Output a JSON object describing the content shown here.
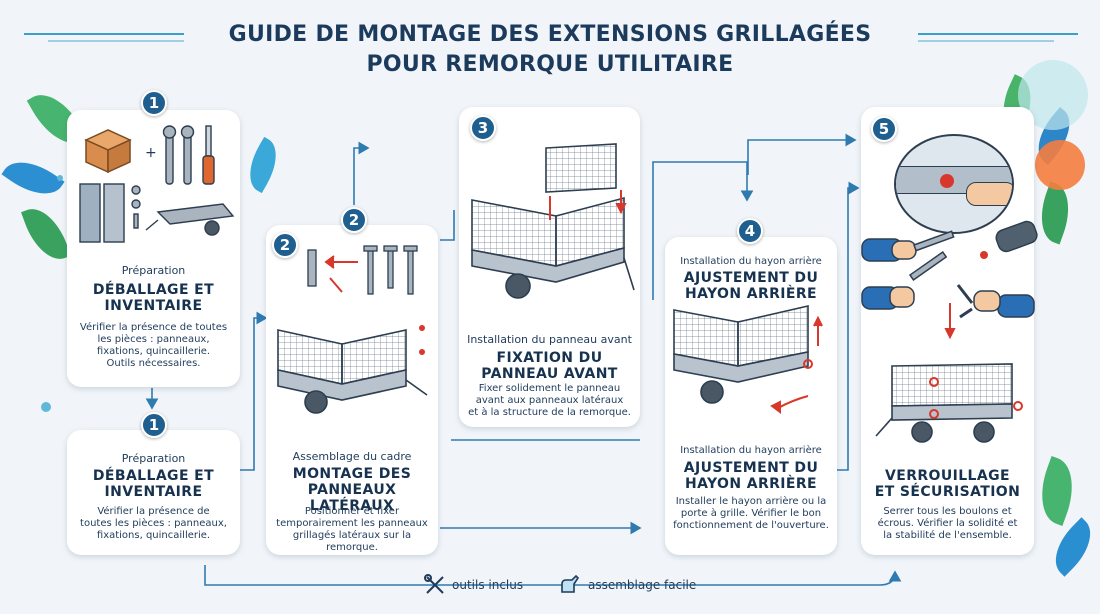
{
  "title": {
    "line1": "GUIDE DE MONTAGE DES EXTENSIONS GRILLAGÉES",
    "line2": "POUR REMORQUE UTILITAIRE"
  },
  "steps": [
    {
      "badge": "1",
      "subtitle": "Préparation",
      "head1": "DÉBALLAGE ET",
      "head2": "INVENTAIRE",
      "desc": [
        "Vérifier la présence de toutes",
        "les pièces : panneaux,",
        "fixations, quincaillerie.",
        "Outils nécessaires."
      ]
    },
    {
      "badge": "1",
      "subtitle": "Préparation",
      "head1": "DÉBALLAGE ET",
      "head2": "INVENTAIRE",
      "desc": [
        "Vérifier la présence de",
        "toutes les pièces : panneaux,",
        "fixations, quincaillerie."
      ]
    },
    {
      "badge": "2",
      "outer_badge": "2",
      "subtitle": "Assemblage du cadre",
      "head1": "MONTAGE DES",
      "head2": "PANNEAUX LATÉRAUX",
      "desc": [
        "Positionner et fixer",
        "temporairement les panneaux",
        "grillagés latéraux sur la remorque."
      ]
    },
    {
      "badge": "3",
      "subtitle": "Installation du panneau avant",
      "head1": "FIXATION DU",
      "head2": "PANNEAU AVANT",
      "desc": [
        "Fixer solidement le panneau",
        "avant aux panneaux latéraux",
        "et à la structure de la remorque."
      ]
    },
    {
      "badge": "4",
      "subtitle_top": "Installation du hayon arrière",
      "head_top1": "AJUSTEMENT DU",
      "head_top2": "HAYON ARRIÈRE",
      "subtitle": "Installation du hayon arrière",
      "head1": "AJUSTEMENT DU",
      "head2": "HAYON ARRIÈRE",
      "desc": [
        "Installer le hayon arrière ou la",
        "porte à grille. Vérifier le bon",
        "fonctionnement de l'ouverture."
      ]
    },
    {
      "badge": "5",
      "head1": "VERROUILLAGE",
      "head2": "ET SÉCURISATION",
      "desc": [
        "Serrer tous les boulons et",
        "écrous. Vérifier la solidité et",
        "la stabilité de l'ensemble."
      ]
    }
  ],
  "footer": {
    "tools": "outils inclus",
    "easy": "assemblage facile",
    "tools_icon": "wrench-screwdriver-icon",
    "easy_icon": "hand-assembly-icon"
  },
  "colors": {
    "accent": "#1f5f8f",
    "flow_line": "#2f7bb0",
    "metal": "#9aa7b4",
    "red_arrow": "#d7382b",
    "leaf_green": "#3db36b",
    "leaf_blue": "#2a8fd0"
  }
}
